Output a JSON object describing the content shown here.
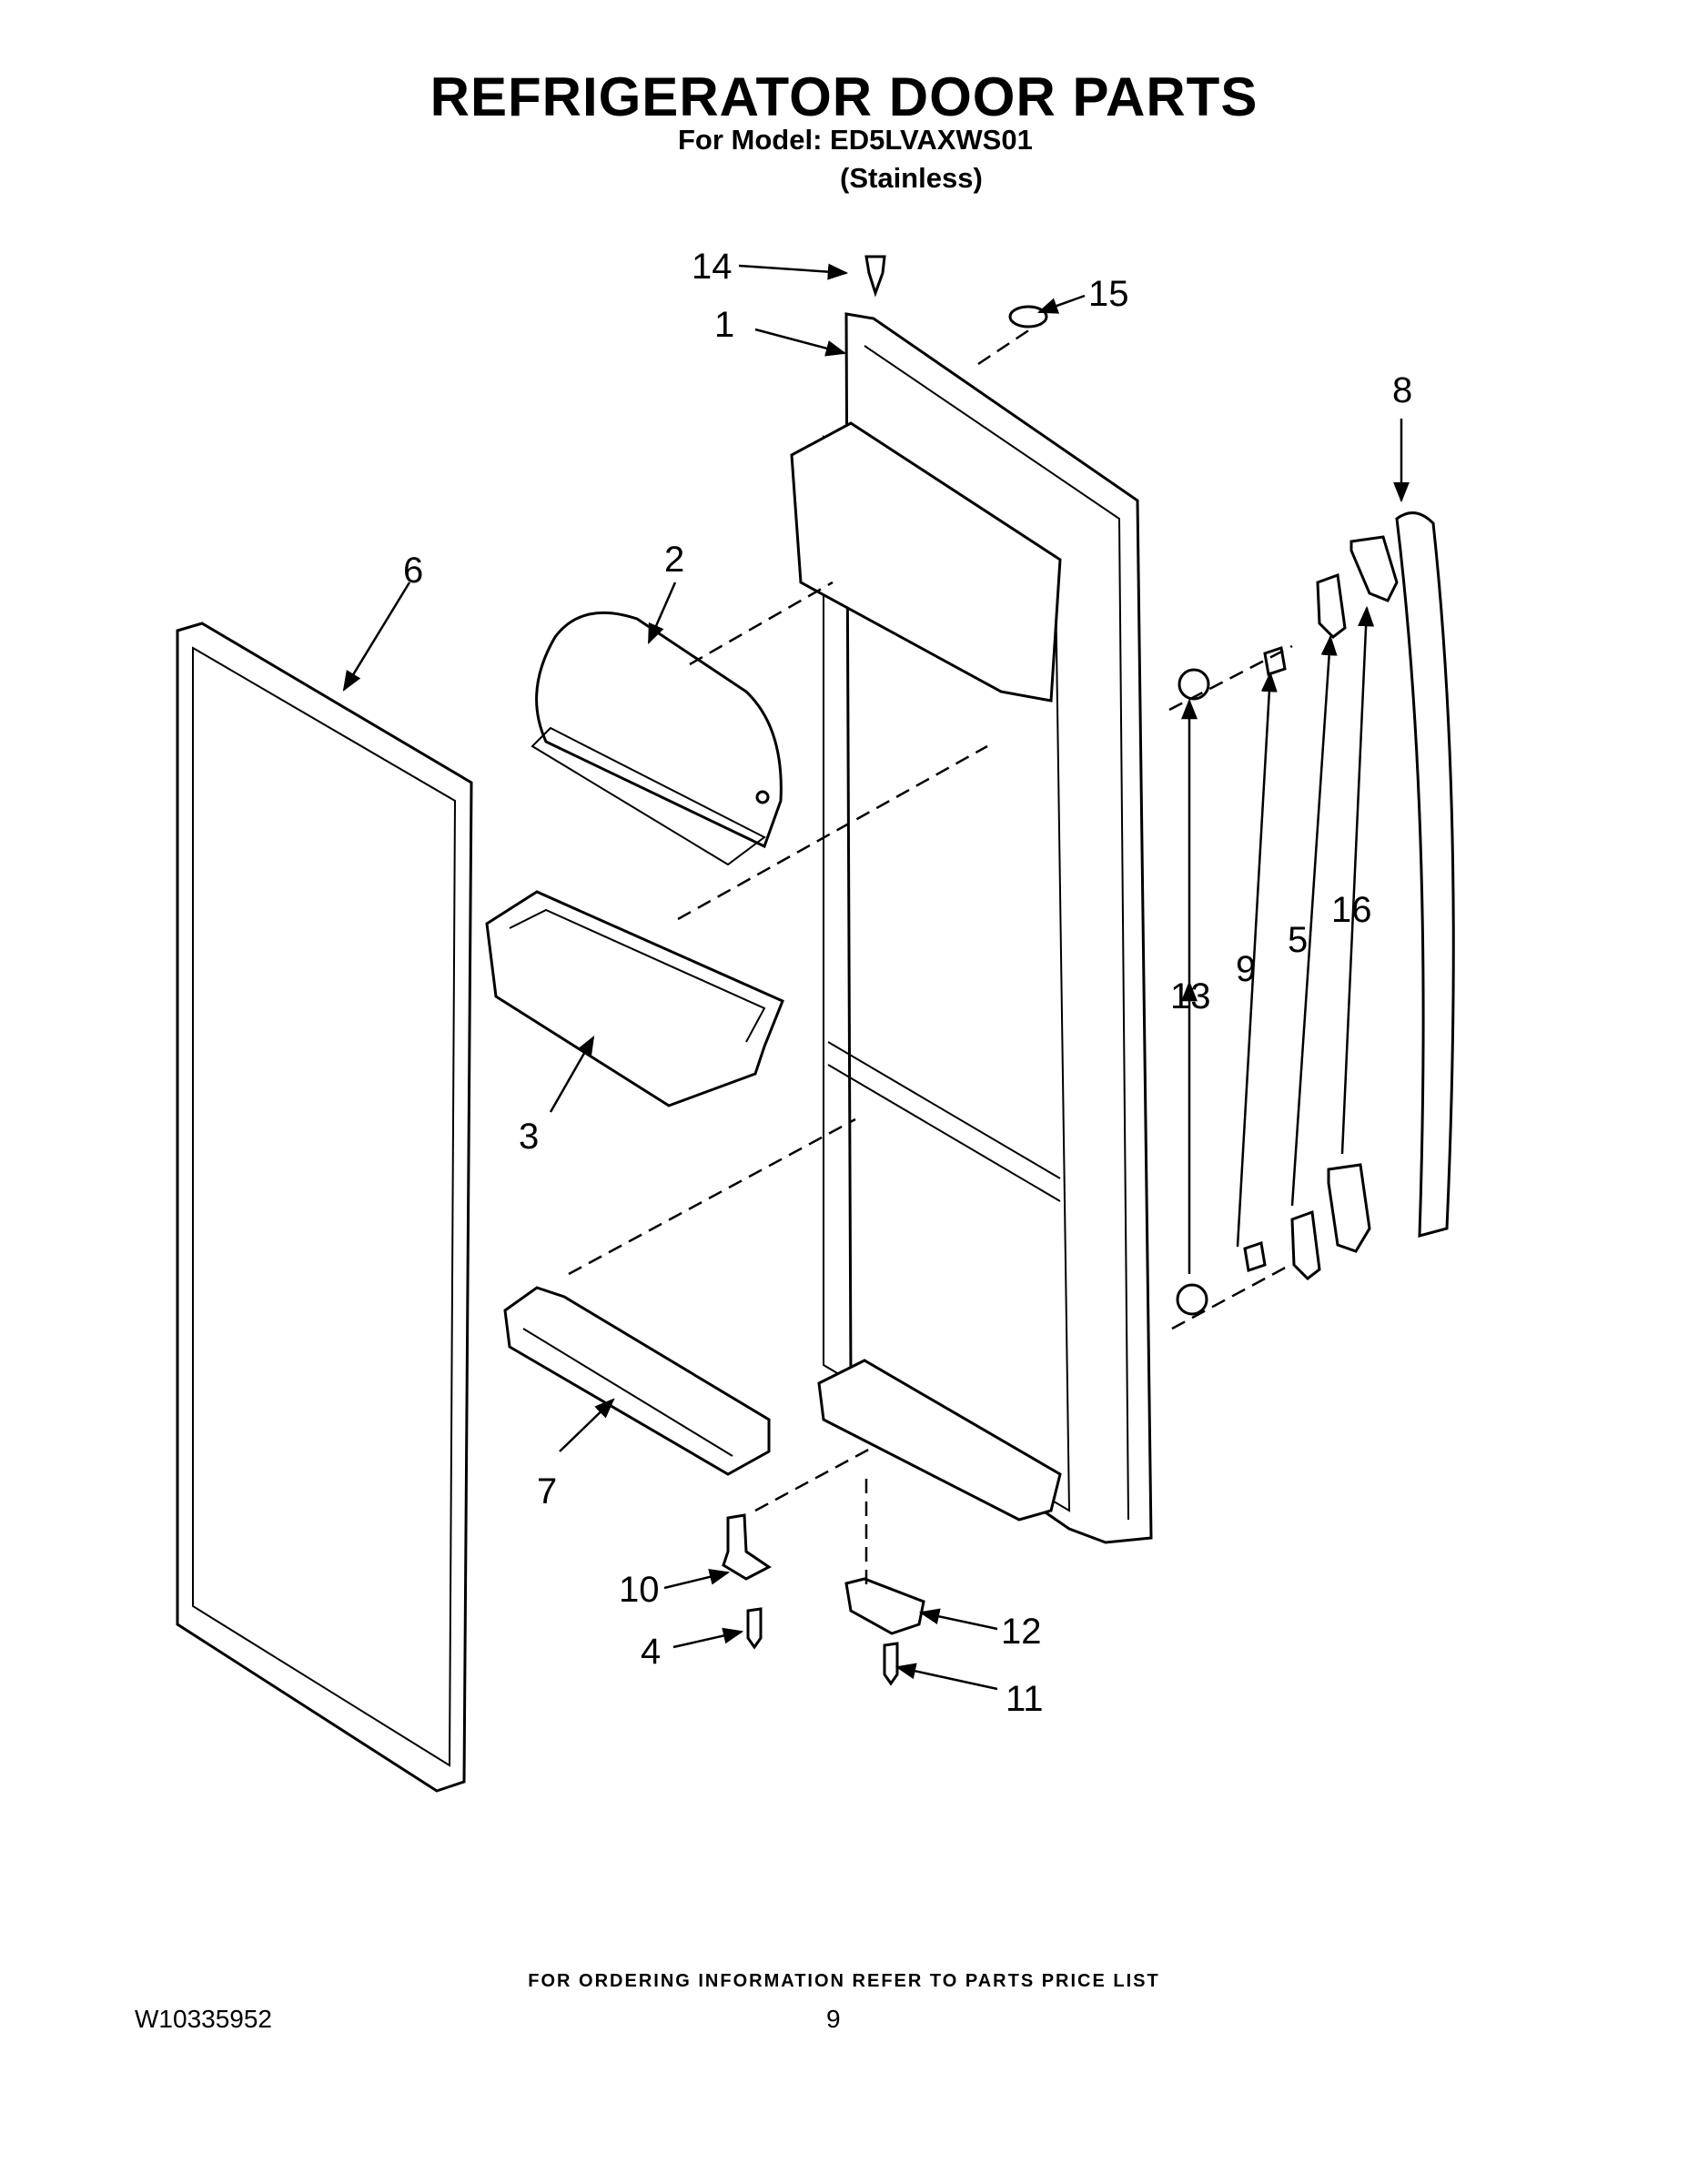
{
  "header": {
    "title": "REFRIGERATOR DOOR PARTS",
    "model_line": "For Model: ED5LVAXWS01",
    "finish_line": "(Stainless)"
  },
  "callouts": [
    "1",
    "2",
    "3",
    "4",
    "5",
    "6",
    "7",
    "8",
    "9",
    "10",
    "11",
    "12",
    "13",
    "14",
    "15",
    "16"
  ],
  "footer": {
    "ordering_note": "FOR ORDERING INFORMATION REFER TO PARTS PRICE LIST",
    "document_id": "W10335952",
    "page_number": "9"
  }
}
